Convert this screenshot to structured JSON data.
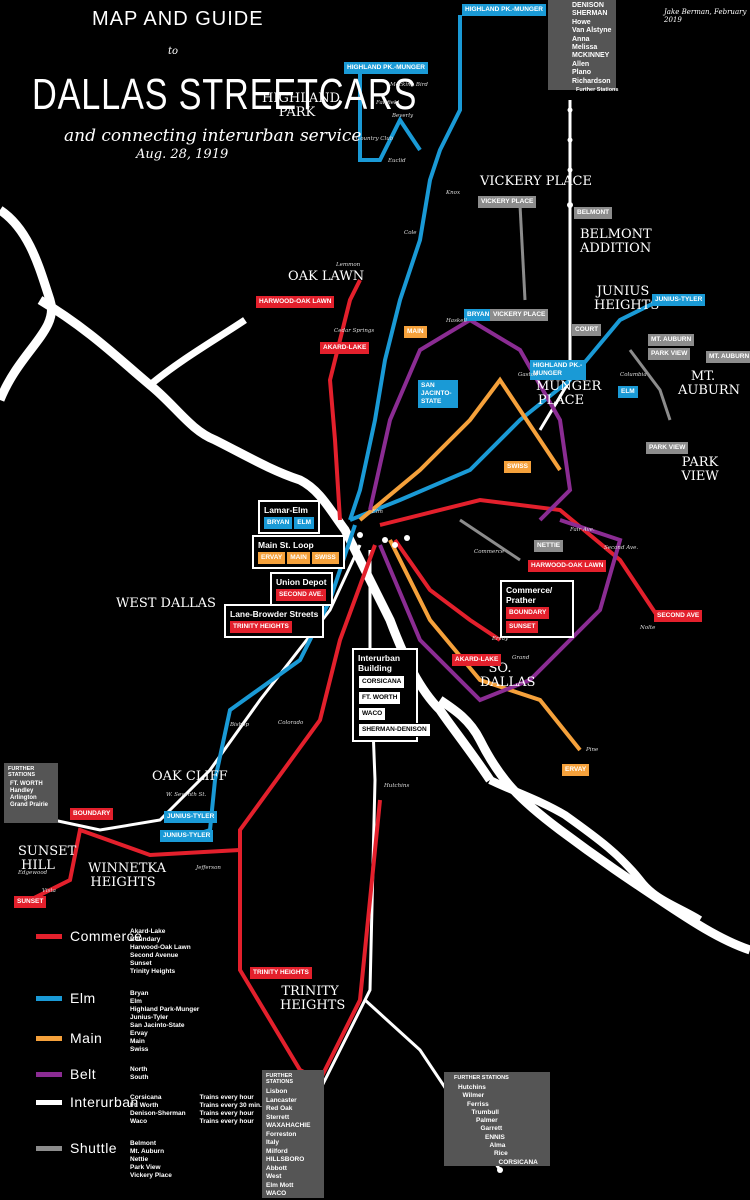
{
  "title": {
    "top": "MAP AND GUIDE",
    "to": "to",
    "main": "DALLAS STREETCARS",
    "subtitle": "and connecting interurban service",
    "date": "Aug. 28, 1919"
  },
  "credit": "Jake Berman, February 2019",
  "colors": {
    "commerce": "#e3202c",
    "elm": "#1a9ad6",
    "main": "#f5a13b",
    "belt": "#8b2c93",
    "interurban": "#ffffff",
    "shuttle": "#8c8c8c",
    "river": "#ffffff"
  },
  "neighborhoods": {
    "highland_park": "HIGHLAND PARK",
    "vickery_place": "VICKERY PLACE",
    "belmont_addition": "BELMONT ADDITION",
    "oak_lawn": "OAK LAWN",
    "junius_heights": "JUNIUS HEIGHTS",
    "munger_place": "MUNGER PLACE",
    "mt_auburn": "MT. AUBURN",
    "park_view": "PARK VIEW",
    "west_dallas": "WEST DALLAS",
    "so_dallas": "SO. DALLAS",
    "oak_cliff": "OAK CLIFF",
    "sunset_hill": "SUNSET HILL",
    "winnetka_heights": "WINNETKA HEIGHTS",
    "trinity_heights": "TRINITY HEIGHTS"
  },
  "tags": {
    "hp_munger_1": "HIGHLAND PK.-MUNGER",
    "hp_munger_2": "HIGHLAND PK.-MUNGER",
    "hp_munger_3": "HIGHLAND PK.-MUNGER",
    "vickery_place": "VICKERY PLACE",
    "belmont": "BELMONT",
    "harwood_oak_lawn_1": "HARWOOD-OAK LAWN",
    "akard_lake": "AKARD-LAKE",
    "bryan_1": "BRYAN",
    "vickery_place_2": "VICKERY PLACE",
    "main_1": "MAIN",
    "san_jacinto": "SAN JACINTO-STATE",
    "junius_tyler_1": "JUNIUS-TYLER",
    "court": "COURT",
    "park_view_1": "PARK VIEW",
    "mt_auburn_1": "MT. AUBURN",
    "mt_auburn_2": "MT. AUBURN",
    "elm_1": "ELM",
    "park_view_2": "PARK VIEW",
    "swiss_1": "SWISS",
    "nettie": "NETTIE",
    "harwood_oak_lawn_2": "HARWOOD-OAK LAWN",
    "second_ave_1": "SECOND AVE",
    "second_ave_2": "SECOND AVE.",
    "akard_lake_2": "AKARD-LAKE",
    "junius_tyler_2": "JUNIUS-TYLER",
    "junius_tyler_3": "JUNIUS-TYLER",
    "boundary": "BOUNDARY",
    "sunset": "SUNSET",
    "trinity_heights": "TRINITY HEIGHTS",
    "ervay": "ERVAY"
  },
  "callouts": {
    "lamar_elm": {
      "title": "Lamar-Elm",
      "tags": [
        "BRYAN",
        "ELM"
      ]
    },
    "main_loop": {
      "title": "Main St. Loop",
      "tags": [
        "ERVAY",
        "MAIN",
        "SWISS"
      ]
    },
    "union_depot": {
      "title": "Union Depot",
      "tags": [
        "SECOND AVE."
      ]
    },
    "lane_browder": {
      "title": "Lane-Browder Streets",
      "tags": [
        "TRINITY HEIGHTS"
      ]
    },
    "commerce_prather": {
      "title": "Commerce/ Prather",
      "tags": [
        "BOUNDARY",
        "SUNSET"
      ]
    },
    "interurban": {
      "title": "Interurban Building",
      "tags": [
        "CORSICANA",
        "FT. WORTH",
        "WACO",
        "SHERMAN-DENISON"
      ]
    }
  },
  "stations": {
    "north_header": "",
    "north": [
      "DENISON",
      "SHERMAN",
      "Howe",
      "Van Alstyne",
      "Anna",
      "Melissa",
      "MCKINNEY",
      "Allen",
      "Plano",
      "Richardson"
    ],
    "north_footer": "Further Stations",
    "fw_header": "FURTHER STATIONS",
    "fw": [
      "FT. WORTH",
      "Handley",
      "Arlington",
      "Grand Prairie"
    ],
    "south_header": "FURTHER STATIONS",
    "south": [
      "Lisbon",
      "Lancaster",
      "Red Oak",
      "Sterrett",
      "WAXAHACHIE",
      "Forreston",
      "Italy",
      "Milford",
      "HILLSBORO",
      "Abbott",
      "West",
      "Elm Mott",
      "WACO"
    ],
    "se_header": "FURTHER STATIONS",
    "se": [
      "Hutchins",
      "Wilmer",
      "Ferriss",
      "Trumbull",
      "Palmer",
      "Garrett",
      "ENNIS",
      "Alma",
      "Rice",
      "CORSICANA"
    ]
  },
  "legend": [
    {
      "label": "Commerce",
      "color": "#e3202c",
      "routes": [
        "Akard-Lake",
        "Boundary",
        "Harwood-Oak Lawn",
        "Second Avenue",
        "Sunset",
        "Trinity Heights"
      ],
      "freq": []
    },
    {
      "label": "Elm",
      "color": "#1a9ad6",
      "routes": [
        "Bryan",
        "Elm",
        "Highland Park-Munger",
        "Junius-Tyler",
        "San Jacinto-State"
      ],
      "freq": []
    },
    {
      "label": "Main",
      "color": "#f5a13b",
      "routes": [
        "Ervay",
        "Main",
        "Swiss"
      ],
      "freq": []
    },
    {
      "label": "Belt",
      "color": "#8b2c93",
      "routes": [
        "North",
        "South"
      ],
      "freq": []
    },
    {
      "label": "Interurban",
      "color": "#ffffff",
      "routes": [
        "Corsicana",
        "Ft. Worth",
        "Denison-Sherman",
        "Waco"
      ],
      "freq": [
        "Trains every hour",
        "Trains every 30 min.",
        "Trains every hour",
        "Trains every hour"
      ]
    },
    {
      "label": "Shuttle",
      "color": "#8c8c8c",
      "routes": [
        "Belmont",
        "Mt. Auburn",
        "Nettie",
        "Park View",
        "Vickery Place"
      ],
      "freq": []
    }
  ],
  "streets": {
    "s1": "Mocking Bird",
    "s2": "Country Club",
    "s3": "Fairfield",
    "s4": "Beverly",
    "s5": "Euclid",
    "s6": "Knox",
    "s7": "Cole",
    "s8": "Lemmon",
    "s9": "Cedar Springs",
    "s10": "Haskell",
    "s11": "Gaston",
    "s12": "Columbia",
    "s13": "Elm",
    "s14": "Commerce",
    "s15": "Fair Ave.",
    "s16": "Second Ave.",
    "s17": "Bishop",
    "s18": "Colorado",
    "s19": "W. Seventh St.",
    "s20": "Jefferson",
    "s21": "Hutchins",
    "s22": "Pine",
    "s23": "Nolte",
    "s24": "Ervay",
    "s25": "Grand",
    "s26": "Edgewood",
    "s27": "Vista"
  }
}
